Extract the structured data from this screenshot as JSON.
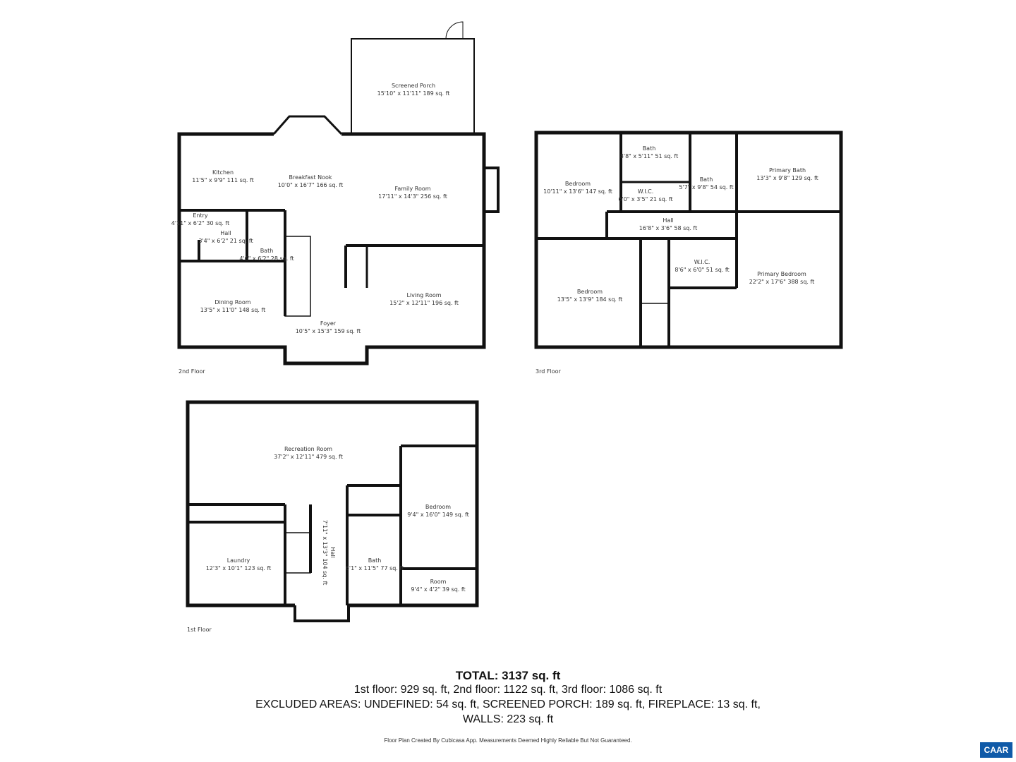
{
  "floors": {
    "second": {
      "label": "2nd Floor",
      "rooms": [
        {
          "name": "Screened Porch",
          "dims": "15'10\" x 11'11\" 189 sq. ft"
        },
        {
          "name": "Kitchen",
          "dims": "11'5\" x 9'9\" 111 sq. ft"
        },
        {
          "name": "Breakfast Nook",
          "dims": "10'0\" x 16'7\" 166 sq. ft"
        },
        {
          "name": "Family Room",
          "dims": "17'11\" x 14'3\" 256 sq. ft"
        },
        {
          "name": "Entry",
          "dims": "4'11\" x 6'2\" 30 sq. ft"
        },
        {
          "name": "Hall",
          "dims": "3'4\" x 6'2\" 21 sq. ft"
        },
        {
          "name": "Bath",
          "dims": "4'6\" x 6'2\" 28 sq. ft"
        },
        {
          "name": "Dining Room",
          "dims": "13'5\" x 11'0\" 148 sq. ft"
        },
        {
          "name": "Living Room",
          "dims": "15'2\" x 12'11\" 196 sq. ft"
        },
        {
          "name": "Foyer",
          "dims": "10'5\" x 15'3\" 159 sq. ft"
        }
      ]
    },
    "third": {
      "label": "3rd Floor",
      "rooms": [
        {
          "name": "Bedroom",
          "dims": "10'11\" x 13'6\" 147 sq. ft"
        },
        {
          "name": "Bath",
          "dims": "8'8\" x 5'11\" 51 sq. ft"
        },
        {
          "name": "W.I.C.",
          "dims": "6'0\" x 3'5\" 21 sq. ft"
        },
        {
          "name": "Bath",
          "dims": "5'7\" x 9'8\" 54 sq. ft"
        },
        {
          "name": "Primary Bath",
          "dims": "13'3\" x 9'8\" 129 sq. ft"
        },
        {
          "name": "Hall",
          "dims": "16'8\" x 3'6\" 58 sq. ft"
        },
        {
          "name": "W.I.C.",
          "dims": "8'6\" x 6'0\" 51 sq. ft"
        },
        {
          "name": "Bedroom",
          "dims": "13'5\" x 13'9\" 184 sq. ft"
        },
        {
          "name": "Primary Bedroom",
          "dims": "22'2\" x 17'6\" 388 sq. ft"
        }
      ]
    },
    "first": {
      "label": "1st Floor",
      "rooms": [
        {
          "name": "Recreation Room",
          "dims": "37'2\" x 12'11\" 479 sq. ft"
        },
        {
          "name": "Bedroom",
          "dims": "9'4\" x 16'0\" 149 sq. ft"
        },
        {
          "name": "Laundry",
          "dims": "12'3\" x 10'1\" 123 sq. ft"
        },
        {
          "name": "Bath",
          "dims": "6'1\" x 11'5\" 77 sq. ft"
        },
        {
          "name": "Room",
          "dims": "9'4\" x 4'2\" 39 sq. ft"
        },
        {
          "name": "Hall",
          "dims": "7'11\" x 13'3\" 104 sq. ft"
        }
      ]
    }
  },
  "summary": {
    "total": "TOTAL: 3137 sq. ft",
    "floors_line": "1st floor: 929 sq. ft, 2nd floor: 1122 sq. ft, 3rd floor: 1086 sq. ft",
    "excluded_line": "EXCLUDED AREAS: UNDEFINED: 54 sq. ft, SCREENED PORCH: 189 sq. ft, FIREPLACE: 13 sq. ft,",
    "walls_line": "WALLS: 223 sq. ft",
    "credit": "Floor Plan Created By Cubicasa App. Measurements Deemed Highly Reliable But Not Guaranteed."
  },
  "logo": {
    "text": "CAAR",
    "color": "#0f5aa8"
  },
  "colors": {
    "wall": "#111111",
    "background": "#ffffff"
  }
}
